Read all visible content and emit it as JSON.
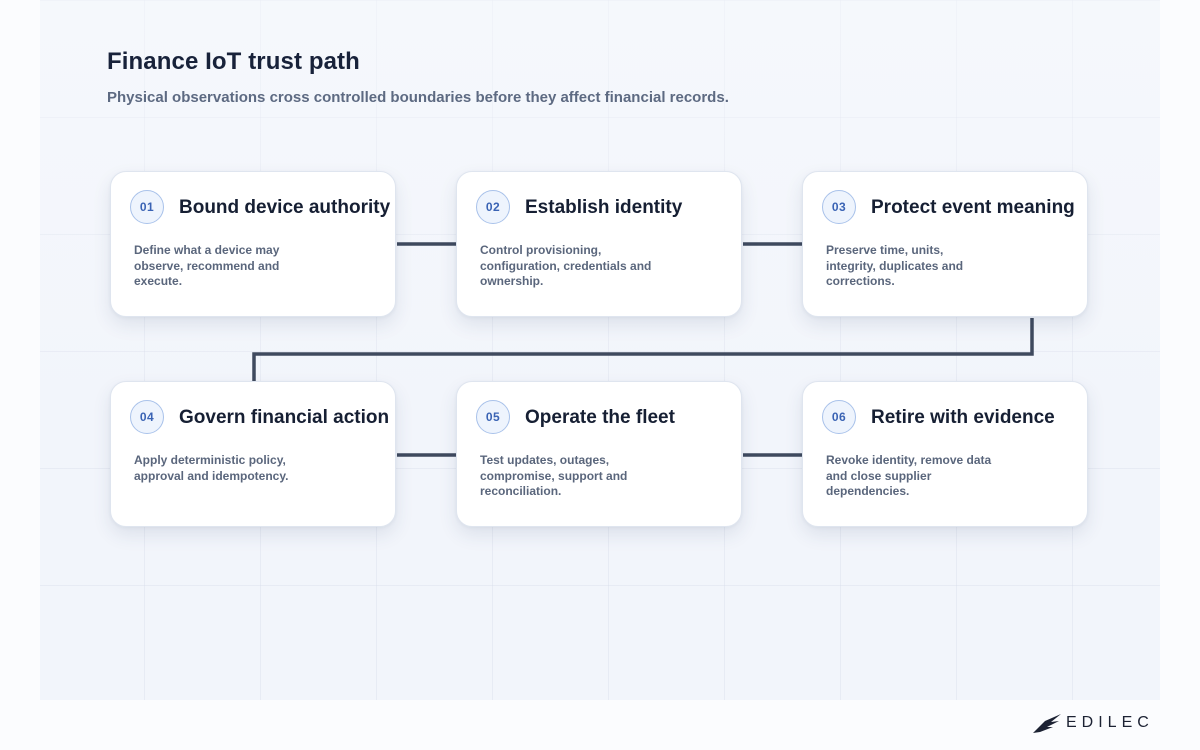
{
  "header": {
    "title": "Finance IoT trust path",
    "subtitle": "Physical observations cross controlled boundaries before they affect financial records."
  },
  "steps": [
    {
      "number": "01",
      "title": "Bound device authority",
      "description": "Define what a device may observe, recommend and execute."
    },
    {
      "number": "02",
      "title": "Establish identity",
      "description": "Control provisioning, configuration, credentials and ownership."
    },
    {
      "number": "03",
      "title": "Protect event meaning",
      "description": "Preserve time, units, integrity, duplicates and corrections."
    },
    {
      "number": "04",
      "title": "Govern financial action",
      "description": "Apply deterministic policy, approval and idempotency."
    },
    {
      "number": "05",
      "title": "Operate the fleet",
      "description": "Test updates, outages, compromise, support and reconciliation."
    },
    {
      "number": "06",
      "title": "Retire with evidence",
      "description": "Revoke identity, remove data and close supplier dependencies."
    }
  ],
  "colors": {
    "connector": "#3f4a5e",
    "badge_text": "#3a63b4",
    "badge_border": "#a9c2ea"
  },
  "brand": {
    "logo_text": "EDILEC",
    "logo_icon": "bird-wing-icon"
  }
}
